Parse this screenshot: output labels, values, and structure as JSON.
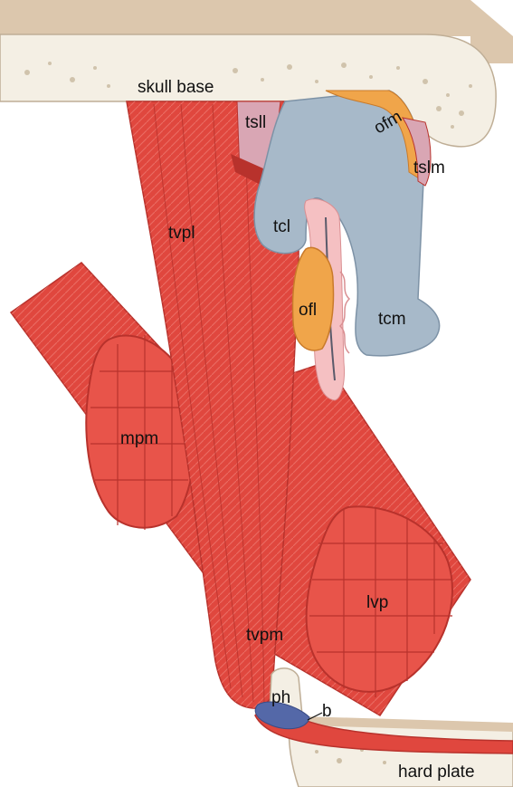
{
  "labels": {
    "skull_base": "skull base",
    "tsll": "tsll",
    "ofm": "ofm",
    "tslm": "tslm",
    "tvpl": "tvpl",
    "tcl": "tcl",
    "ofl": "ofl",
    "tcm": "tcm",
    "mpm": "mpm",
    "lvp": "lvp",
    "tvpm": "tvpm",
    "ph": "ph",
    "b": "b",
    "hard_plate": "hard plate"
  },
  "colors": {
    "bone": "#f4efe4",
    "bone_top": "#dcc7ad",
    "muscle": "#e0473e",
    "muscle_dark": "#b8322c",
    "cartilage": "#a7b9c9",
    "fat": "#f0a54a",
    "pink": "#f5c0c2",
    "bursa": "#5468a8"
  }
}
